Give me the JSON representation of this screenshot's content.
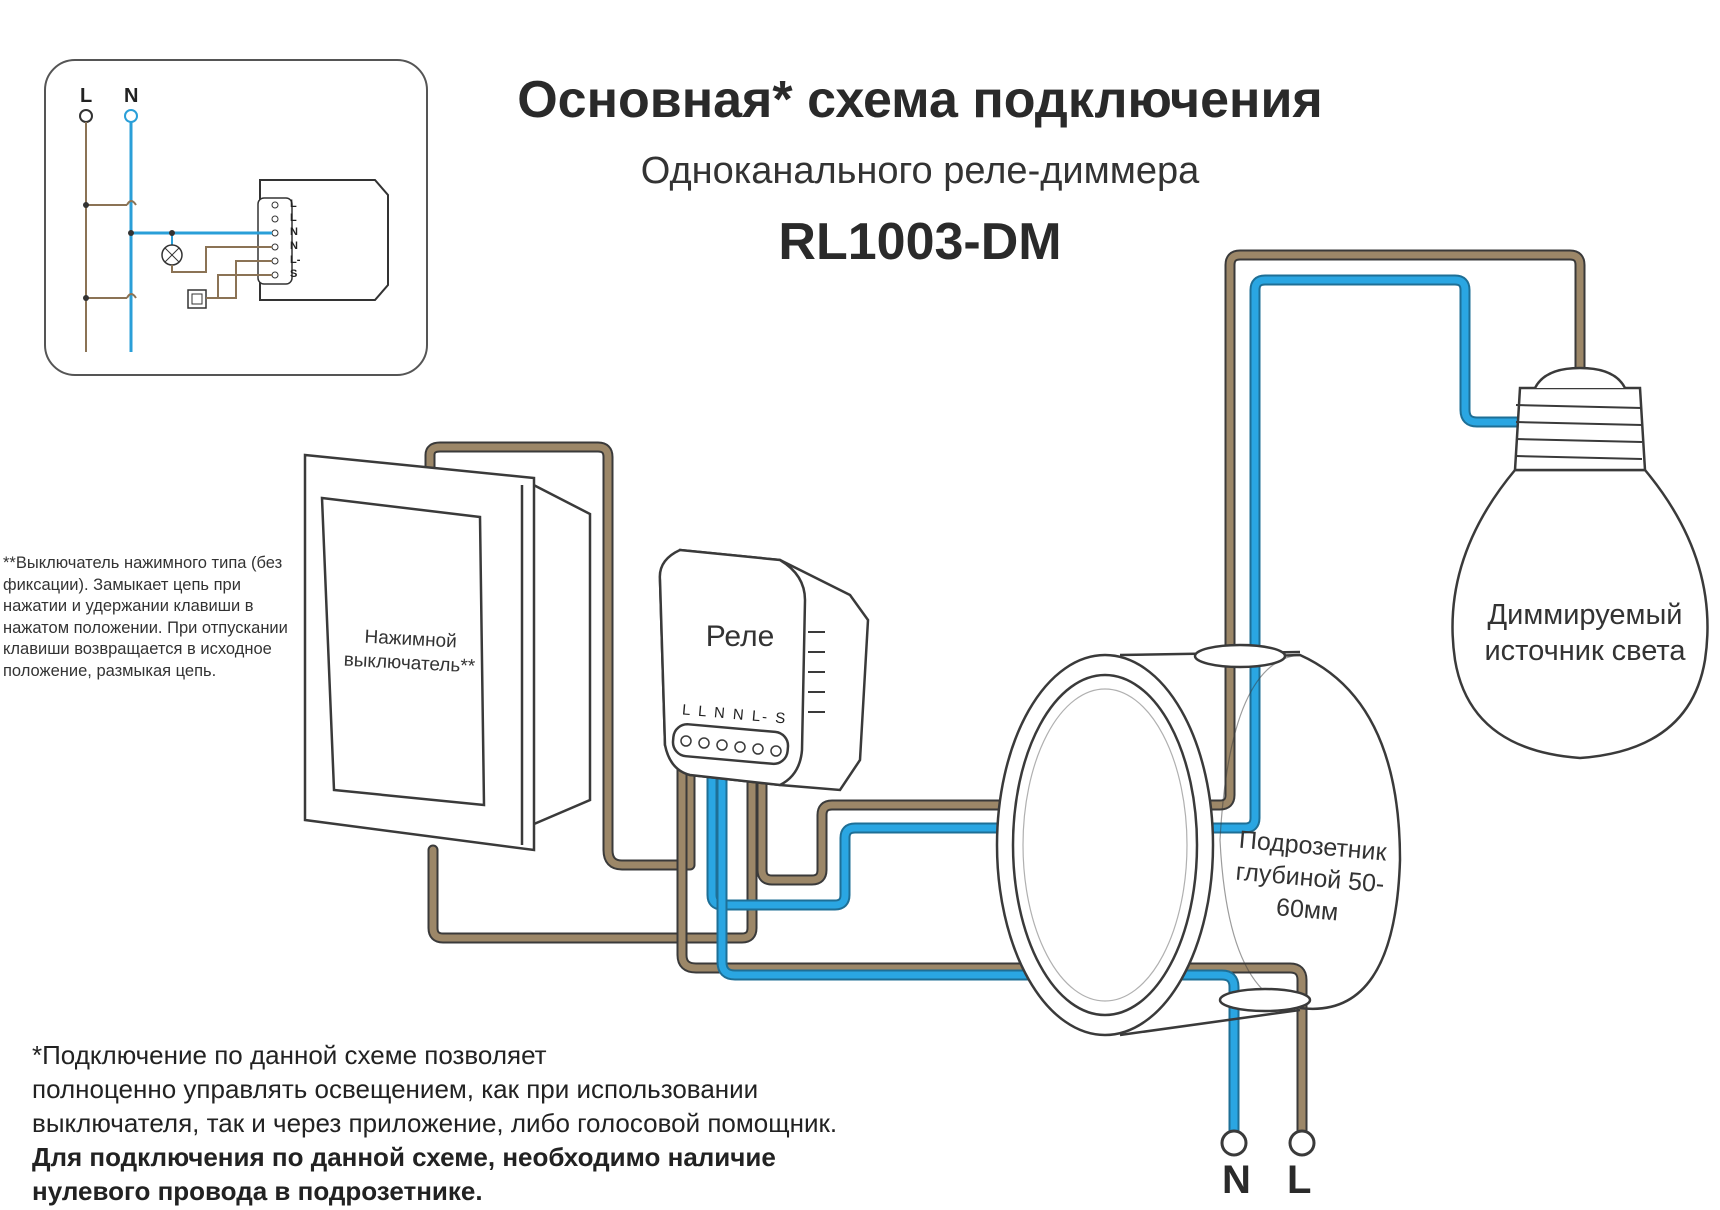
{
  "title": "Основная* схема подключения",
  "subtitle": "Одноканального реле-диммера",
  "model": "RL1003-DM",
  "schematic": {
    "line_label": "L",
    "neutral_label": "N",
    "terminals": [
      "L",
      "L",
      "N",
      "N",
      "L-",
      "S"
    ]
  },
  "switch_note": "**Выключатель нажимного типа (без фиксации). Замыкает цепь при нажатии и удержании клавиши в нажатом положении. При отпускании клавиши возвращается в исходное положение, размыкая цепь.",
  "labels": {
    "switch": "Нажимной выключатель**",
    "relay": "Реле",
    "relay_terminals": "L L N N L- S",
    "box": "Подрозетник глубиной 50-60мм",
    "lamp": "Диммируемый источник света"
  },
  "terminals": {
    "n": "N",
    "l": "L"
  },
  "footnote": {
    "line1": "*Подключение по данной схеме позволяет",
    "line2": "полноценно управлять освещением, как при использовании",
    "line3": "выключателя, так и через приложение, либо голосовой помощник.",
    "bold1": "Для подключения по данной схеме, необходимо наличие",
    "bold2": "нулевого провода в подрозетнике."
  },
  "colors": {
    "live_wire": "#8b7355",
    "neutral_wire": "#2a9fd8",
    "outline": "#3a3a3a"
  }
}
